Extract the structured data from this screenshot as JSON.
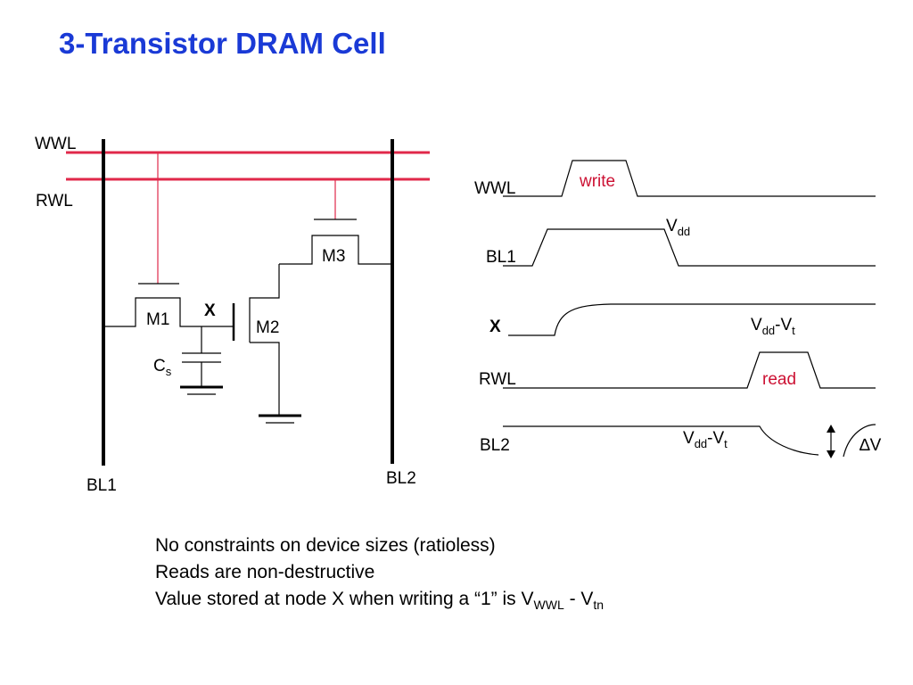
{
  "title": "3-Transistor DRAM Cell",
  "schematic": {
    "wwl": "WWL",
    "rwl": "RWL",
    "bl1": "BL1",
    "bl2": "BL2",
    "m1": "M1",
    "m2": "M2",
    "m3": "M3",
    "node_x": "X",
    "cs_main": "C",
    "cs_sub": "s"
  },
  "timing": {
    "wwl": "WWL",
    "write": "write",
    "bl1": "BL1",
    "vdd_main": "V",
    "vdd_sub": "dd",
    "x": "X",
    "vddvt_main": "V",
    "vddvt_sub": "dd",
    "vddvt_mid": "-V",
    "vddvt_sub2": "t",
    "rwl": "RWL",
    "read": "read",
    "bl2": "BL2",
    "bl2_v_main": "V",
    "bl2_v_sub": "dd",
    "bl2_v_mid": "-V",
    "bl2_v_sub2": "t",
    "delta_v": "∆V"
  },
  "notes": {
    "line1": "No constraints on device sizes (ratioless)",
    "line2": "Reads are non-destructive",
    "line3_a": "Value stored at node X when writing a “1” is V",
    "line3_sub1": "WWL",
    "line3_b": " - V",
    "line3_sub2": "tn"
  },
  "colors": {
    "title": "#1a3ad6",
    "wordline": "#e0284a",
    "pulse_label": "#cc1133",
    "wire": "#000000"
  }
}
